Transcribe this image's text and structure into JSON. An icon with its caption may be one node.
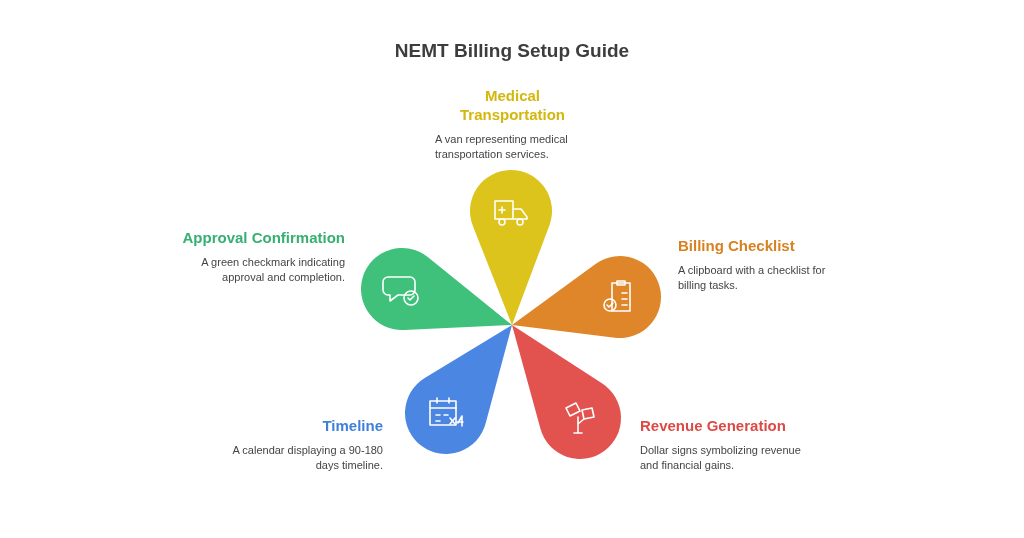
{
  "diagram": {
    "title": "NEMT Billing Setup Guide",
    "nodes": [
      {
        "text": [
          "Medical Transportation",
          "A van representing medical transportation services."
        ]
      },
      {
        "text": [
          "Approval Confirmation",
          "A green checkmark indicating approval and completion."
        ]
      },
      {
        "text": [
          "Billing Checklist",
          "A clipboard with a checklist for billing tasks."
        ]
      },
      {
        "text": [
          "Timeline",
          "A calendar displaying a 90-180 days timeline."
        ]
      },
      {
        "text": [
          "Revenue Generation",
          "Dollar signs symbolizing revenue and financial gains."
        ]
      }
    ]
  }
}
